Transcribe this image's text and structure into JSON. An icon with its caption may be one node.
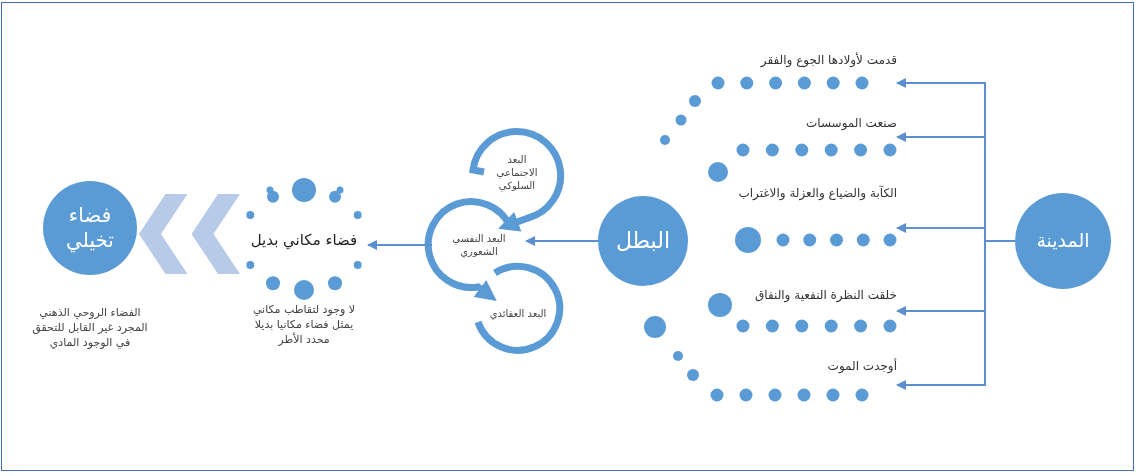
{
  "diagram": {
    "nodes": [
      {
        "text": [
          "المدينة"
        ]
      },
      {
        "text": [
          "قدمت لأولادها الجوع والفقر"
        ]
      },
      {
        "text": [
          "صنعت الموسسات"
        ]
      },
      {
        "text": [
          "الكآبة والضياع والعزلة والاغتراب"
        ]
      },
      {
        "text": [
          "خلقت النظرة النفعية والنفاق"
        ]
      },
      {
        "text": [
          "أوجدت الموت"
        ]
      },
      {
        "text": [
          "البطل"
        ]
      },
      {
        "text": [
          "البعد الاجتماعي السلوكي"
        ]
      },
      {
        "text": [
          "البعد النفسي الشعوري"
        ]
      },
      {
        "text": [
          "البعد العقائدي"
        ]
      },
      {
        "text": [
          "فضاء مكاني بديل"
        ]
      },
      {
        "text": [
          "فضاء تخيلي"
        ],
        "beside": [
          "الفضاء الروحي الذهني المجرد غير القابل للتحقق في الوجود المادي"
        ]
      }
    ],
    "edges": [
      {
        "from": 0,
        "to": 1,
        "arrow": "to"
      },
      {
        "from": 0,
        "to": 2,
        "arrow": "to"
      },
      {
        "from": 0,
        "to": 3,
        "arrow": "to"
      },
      {
        "from": 0,
        "to": 4,
        "arrow": "to"
      },
      {
        "from": 0,
        "to": 5,
        "arrow": "to"
      },
      {
        "from": 6,
        "to": 8,
        "arrow": "to"
      },
      {
        "from": 7,
        "to": 8,
        "arrow": "to",
        "style": "thick"
      },
      {
        "from": 8,
        "to": 9,
        "arrow": "to",
        "style": "thick"
      },
      {
        "from": 8,
        "to": 10,
        "arrow": "to"
      },
      {
        "from": 10,
        "to": 11,
        "arrow": "to"
      }
    ],
    "labels": [
      "لا وجود لتقاطب مكاني يمثل فضاء مكانيا بديلا محدد الأطر"
    ]
  }
}
